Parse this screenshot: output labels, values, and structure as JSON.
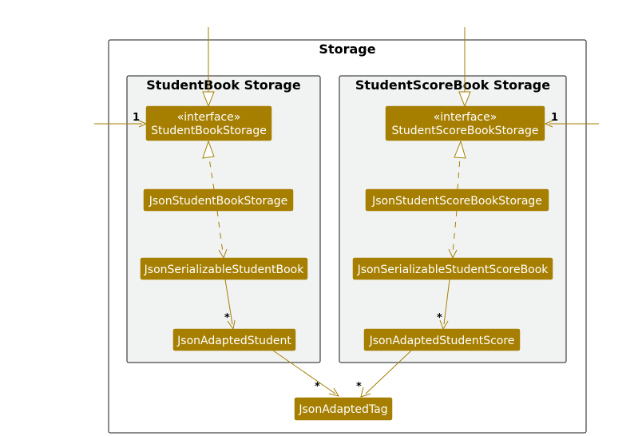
{
  "colors": {
    "node_fill": "#a67f00",
    "node_text": "#ffffff",
    "edge": "#a67f00",
    "package_fill": "#f1f3f3",
    "border": "#181818"
  },
  "packages": {
    "storage": {
      "title": "Storage"
    },
    "student_book": {
      "title": "StudentBook Storage"
    },
    "student_score_book": {
      "title": "StudentScoreBook Storage"
    }
  },
  "nodes": {
    "student_book_storage": {
      "stereotype": "«interface»",
      "name": "StudentBookStorage"
    },
    "json_student_book_storage": {
      "name": "JsonStudentBookStorage"
    },
    "json_serializable_student_book": {
      "name": "JsonSerializableStudentBook"
    },
    "json_adapted_student": {
      "name": "JsonAdaptedStudent"
    },
    "student_score_book_storage": {
      "stereotype": "«interface»",
      "name": "StudentScoreBookStorage"
    },
    "json_student_score_book_storage": {
      "name": "JsonStudentScoreBookStorage"
    },
    "json_serializable_student_score_book": {
      "name": "JsonSerializableStudentScoreBook"
    },
    "json_adapted_student_score": {
      "name": "JsonAdaptedStudentScore"
    },
    "json_adapted_tag": {
      "name": "JsonAdaptedTag"
    }
  },
  "edges": [
    {
      "from": "external-top-left",
      "to": "student_book_storage",
      "kind": "realization",
      "label": ""
    },
    {
      "from": "external-top-right",
      "to": "student_score_book_storage",
      "kind": "realization",
      "label": ""
    },
    {
      "from": "external-left",
      "to": "student_book_storage",
      "kind": "association",
      "label": "1"
    },
    {
      "from": "external-right",
      "to": "student_score_book_storage",
      "kind": "association",
      "label": "1"
    },
    {
      "from": "json_student_book_storage",
      "to": "student_book_storage",
      "kind": "realization",
      "label": ""
    },
    {
      "from": "json_student_book_storage",
      "to": "json_serializable_student_book",
      "kind": "dependency",
      "label": ""
    },
    {
      "from": "json_serializable_student_book",
      "to": "json_adapted_student",
      "kind": "association",
      "label": "*"
    },
    {
      "from": "json_adapted_student",
      "to": "json_adapted_tag",
      "kind": "association",
      "label": "*"
    },
    {
      "from": "json_student_score_book_storage",
      "to": "student_score_book_storage",
      "kind": "realization",
      "label": ""
    },
    {
      "from": "json_student_score_book_storage",
      "to": "json_serializable_student_score_book",
      "kind": "dependency",
      "label": ""
    },
    {
      "from": "json_serializable_student_score_book",
      "to": "json_adapted_student_score",
      "kind": "association",
      "label": "*"
    },
    {
      "from": "json_adapted_student_score",
      "to": "json_adapted_tag",
      "kind": "association",
      "label": "*"
    }
  ]
}
